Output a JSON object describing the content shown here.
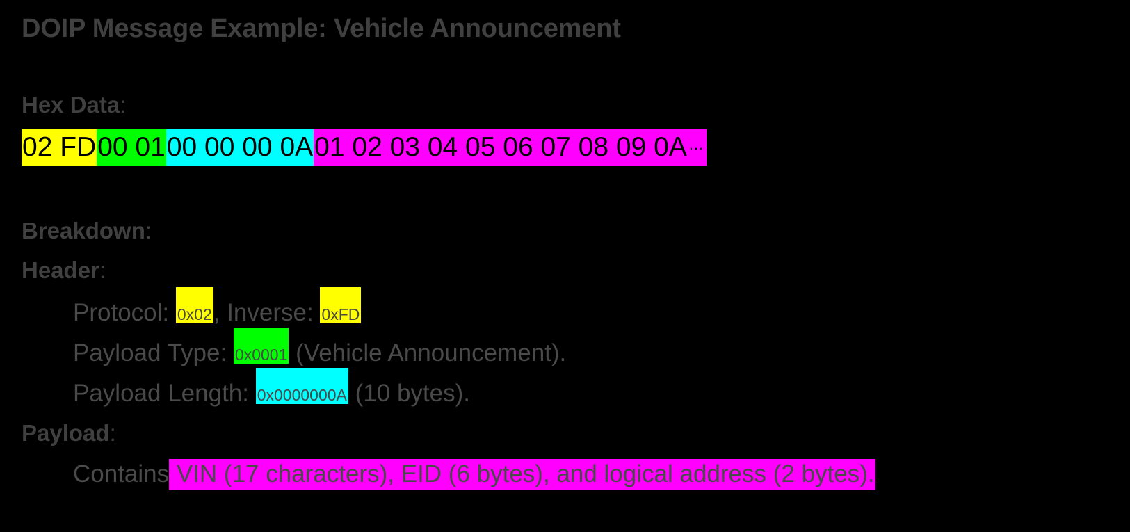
{
  "colors": {
    "background": "#000000",
    "title_text": "#404040",
    "body_text": "#4a4a4a",
    "hex_text": "#000000",
    "protocol_highlight": "#FFFF00",
    "payload_type_highlight": "#00FF00",
    "payload_length_highlight": "#00FFFF",
    "payload_highlight": "#FF00FF"
  },
  "title": "DOIP Message Example: Vehicle Announcement",
  "sections": {
    "hex_data": {
      "word": "Hex Data",
      "colon": ":"
    },
    "breakdown": {
      "word": "Breakdown",
      "colon": ":"
    },
    "header": {
      "word": "Header",
      "colon": ":"
    },
    "payload": {
      "word": "Payload",
      "colon": ":"
    }
  },
  "hex_data": {
    "segments": [
      {
        "name": "protocol-version",
        "text": "02 FD",
        "color": "#FFFF00"
      },
      {
        "name": "payload-type",
        "text": "00 01",
        "color": "#00FF00"
      },
      {
        "name": "payload-length",
        "text": "00 00 00 0A",
        "color": "#00FFFF"
      },
      {
        "name": "payload-bytes",
        "text": "01 02 03 04 05 06 07 08 09 0A",
        "color": "#FF00FF"
      }
    ],
    "ellipsis": "..."
  },
  "breakdown": {
    "protocol_line": {
      "label": "Protocol:",
      "value": "0x02",
      "separator": ",",
      "inverse_label": "Inverse:",
      "inverse_value": "0xFD"
    },
    "payload_type_line": {
      "label": "Payload Type:",
      "value": "0x0001",
      "note": "(Vehicle Announcement)."
    },
    "payload_length_line": {
      "label": "Payload Length:",
      "value": "0x0000000A",
      "note": "(10 bytes)."
    },
    "payload_contents_line": {
      "label": "Contains",
      "value": " VIN (17 characters), EID (6 bytes), and logical address (2 bytes)."
    }
  }
}
